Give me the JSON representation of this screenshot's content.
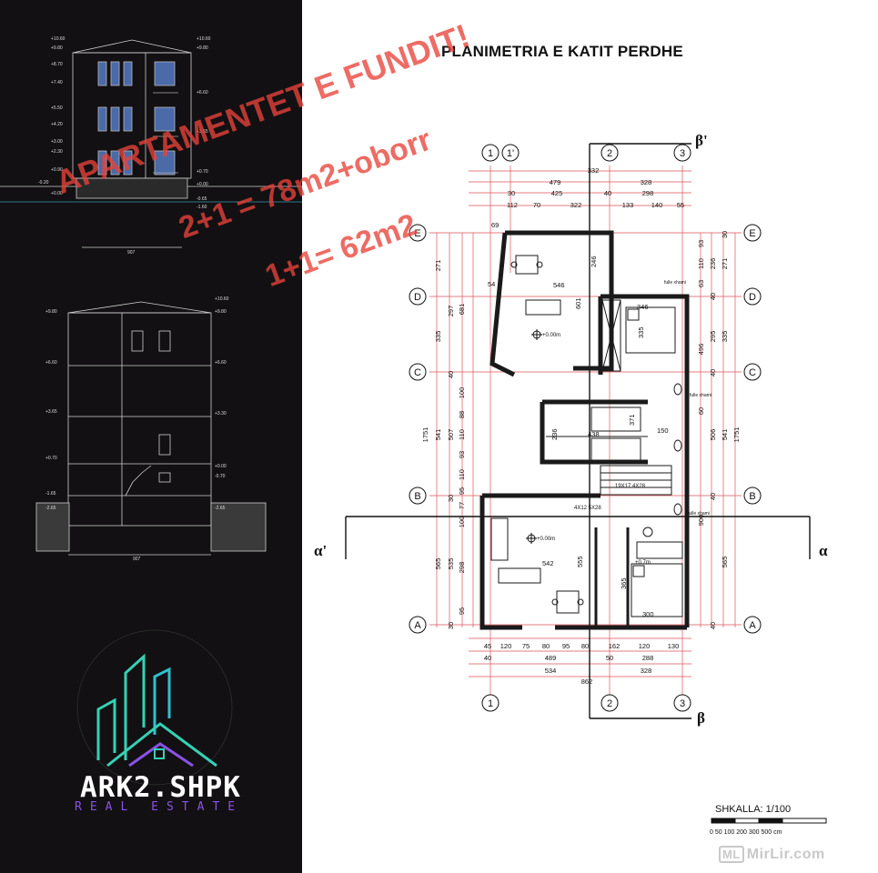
{
  "title": "PLANIMETRIA E KATIT PERDHE",
  "promo": {
    "line1": "APARTAMENTET E FUNDIT!",
    "line2": "2+1 = 78m2+oborr",
    "line3": "1+1= 62m2"
  },
  "brand": {
    "name": "ARK2.SHPK",
    "tagline": "REAL ESTATE"
  },
  "scale": {
    "label": "SHKALLA: 1/100",
    "ticks": "0  50 100  200  300            500 cm"
  },
  "watermark": {
    "badge": "ML",
    "text": "MirLir.com"
  },
  "axes": {
    "columns": [
      "1",
      "1'",
      "2",
      "3"
    ],
    "rows": [
      "E",
      "D",
      "C",
      "B",
      "A"
    ],
    "section_top": "β'",
    "section_bottom": "β",
    "section_left": "α'",
    "section_right": "α"
  },
  "dimensions": {
    "top": [
      "332",
      "479",
      "328",
      "30",
      "425",
      "40",
      "298",
      "112",
      "70",
      "322",
      "133",
      "140",
      "55"
    ],
    "bottom": [
      "45",
      "120",
      "75",
      "80",
      "95",
      "80",
      "162",
      "120",
      "130",
      "40",
      "489",
      "50",
      "288",
      "534",
      "328",
      "862"
    ],
    "left": [
      "271",
      "297",
      "335",
      "40",
      "681",
      "100",
      "88",
      "110",
      "541",
      "507",
      "1751",
      "93",
      "110",
      "95",
      "77",
      "30",
      "100",
      "298",
      "535",
      "565",
      "95",
      "30"
    ],
    "right": [
      "30",
      "93",
      "271",
      "236",
      "63",
      "110",
      "40",
      "335",
      "295",
      "496",
      "40",
      "60",
      "506",
      "541",
      "1751",
      "40",
      "900",
      "565",
      "40"
    ]
  },
  "room_labels": {
    "a": "546",
    "b": "601",
    "c": "246",
    "d": "346",
    "e": "335",
    "f": "371",
    "g": "150",
    "h": "438",
    "i": "236",
    "j": "542",
    "k": "555",
    "l": "365",
    "m": "300",
    "n": "54",
    "o": "69",
    "stairs_upper": "19X17 4X28",
    "stairs_lower": "4X12 5X28",
    "level_upper": "+0.00m",
    "level_lower": "+0.00m",
    "level_bath": "+0.7m",
    "window_a": "fulle xhami",
    "window_b": "fulle xhami",
    "window_c": "fulle xhami"
  },
  "elevation": {
    "levels_left": [
      "+10.60",
      "+9.80",
      "+8.70",
      "+7.40",
      "+5.50",
      "+4.20",
      "+3.00",
      "+2.30",
      "+0.90",
      "-0.20",
      "+0.00"
    ],
    "levels_right": [
      "+10.60",
      "+9.80",
      "+6.60",
      "+3.65",
      "+0.70",
      "+0.00",
      "-0.65",
      "-1.60"
    ],
    "width": "907"
  },
  "section": {
    "levels_left": [
      "+9.80",
      "+6.60",
      "+3.65",
      "+0.70",
      "-1.65",
      "-2.65"
    ],
    "levels_right": [
      "+10.60",
      "+9.80",
      "+6.60",
      "+3.30",
      "+0.00",
      "-0.70",
      "-2.65"
    ],
    "width": "907"
  },
  "colors": {
    "background_left": "#121012",
    "promo": "#e8433a",
    "dimension_lines": "#d9363e",
    "walls": "#1a1a1a",
    "logo_teal": "#35d1b4",
    "logo_purple": "#8a52e6"
  }
}
